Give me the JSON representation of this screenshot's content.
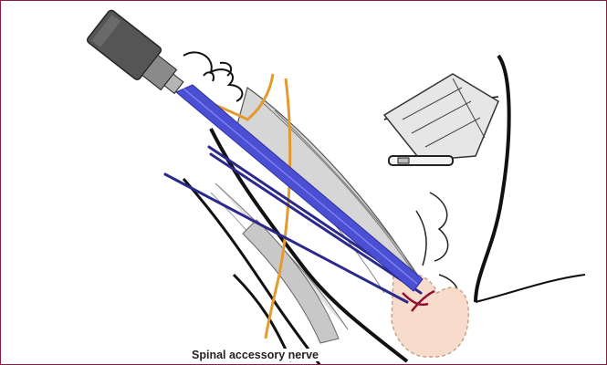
{
  "caption": "Spinal accessory nerve",
  "colors": {
    "frame_border": "#8a1c3c",
    "endoscope_shaft": "#4a4fd4",
    "instruments": "#2b2a8c",
    "nerve_outline": "#e39a2e",
    "muscle_fill": "#cfcfcf",
    "tumor_fill": "#f6d8c6",
    "vessel": "#8e1030"
  },
  "icons": [
    "endoscope-camera",
    "surgical-instrument",
    "retractor"
  ]
}
